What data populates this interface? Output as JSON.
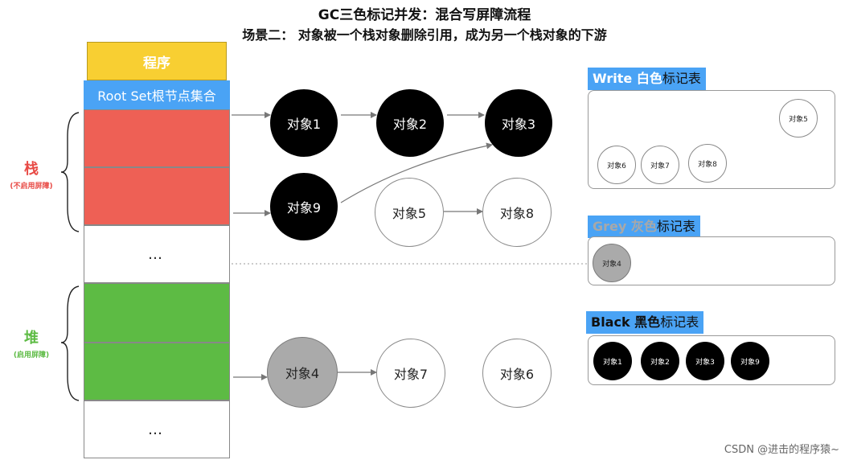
{
  "title": "GC三色标记并发：混合写屏障流程",
  "subtitle": "场景二： 对象被一个栈对象删除引用，成为另一个栈对象的下游",
  "program_label": "程序",
  "root_set_label": "Root Set根节点集合",
  "ellipsis": "…",
  "stack": {
    "label": "栈",
    "sublabel": "(不启用屏障)"
  },
  "heap": {
    "label": "堆",
    "sublabel": "(启用屏障)"
  },
  "nodes": {
    "obj1": "对象1",
    "obj2": "对象2",
    "obj3": "对象3",
    "obj9": "对象9",
    "obj5": "对象5",
    "obj8": "对象8",
    "obj4": "对象4",
    "obj7": "对象7",
    "obj6": "对象6"
  },
  "white_table": {
    "title_color": "Write 白色",
    "title_rest": "标记表",
    "items": [
      "对象5",
      "对象6",
      "对象7",
      "对象8"
    ]
  },
  "grey_table": {
    "title_color": "Grey 灰色",
    "title_rest": "标记表",
    "items": [
      "对象4"
    ]
  },
  "black_table": {
    "title_color": "Black 黑色",
    "title_rest": "标记表",
    "items": [
      "对象1",
      "对象2",
      "对象3",
      "对象9"
    ]
  },
  "watermark": "CSDN @进击的程序猿~",
  "colors": {
    "program": "#f8cf32",
    "root_set": "#4aa3f5",
    "stack_cell": "#ee6055",
    "heap_cell": "#5dbb44",
    "black_node": "#000000",
    "grey_node": "#aaaaaa"
  }
}
